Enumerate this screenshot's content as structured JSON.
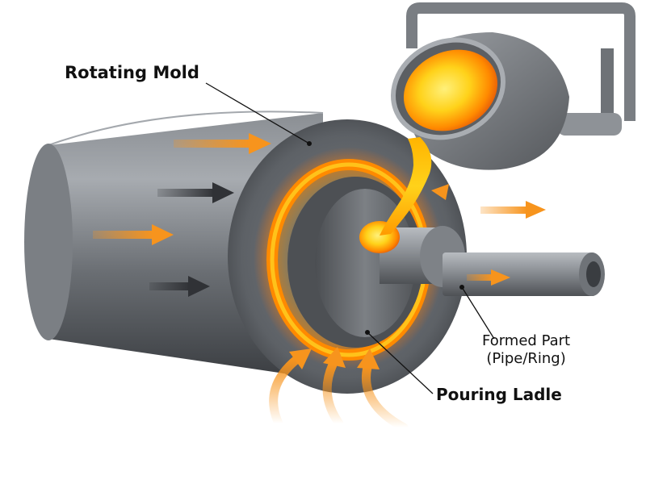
{
  "labels": {
    "rotating_mold": "Rotating Mold",
    "pouring_ladle": "Pouring Ladle",
    "formed_part_line1": "Formed Part",
    "formed_part_line2": "(Pipe/Ring)"
  },
  "colors": {
    "background": "#ffffff",
    "steel_light": "#9a9ea3",
    "steel_mid": "#6d7176",
    "steel_dark": "#3f4246",
    "molten_bright": "#ffd21a",
    "molten_orange": "#ff8a00",
    "molten_deep": "#e2550a",
    "arrow_orange": "#f7941d",
    "arrow_dark": "#303236",
    "leader_line": "#111111"
  },
  "icons": {
    "flow_arrow_orange": "arrow-right-icon",
    "flow_arrow_dark": "arrow-right-icon",
    "curved_heat_arrow": "curved-arrow-up-icon"
  }
}
